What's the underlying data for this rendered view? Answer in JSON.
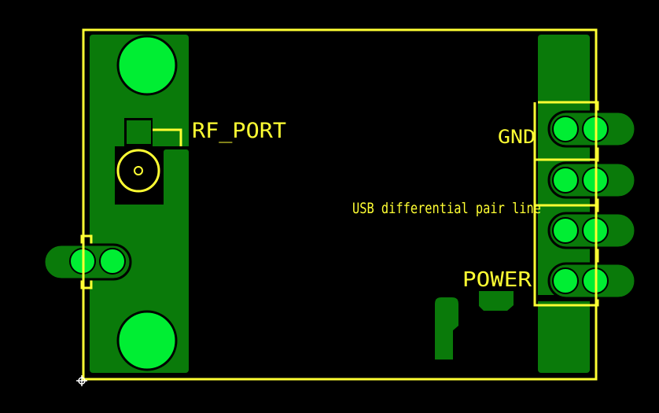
{
  "board": {
    "labels": {
      "rf_port": "RF_PORT",
      "gnd": "GND",
      "usb_pair": "USB differential pair line",
      "power": "POWER"
    }
  },
  "colors": {
    "background": "#000000",
    "copper": "#0a7a0a",
    "pad": "#00ee33",
    "silkscreen": "#ffff33",
    "pad_outline": "#000000"
  }
}
